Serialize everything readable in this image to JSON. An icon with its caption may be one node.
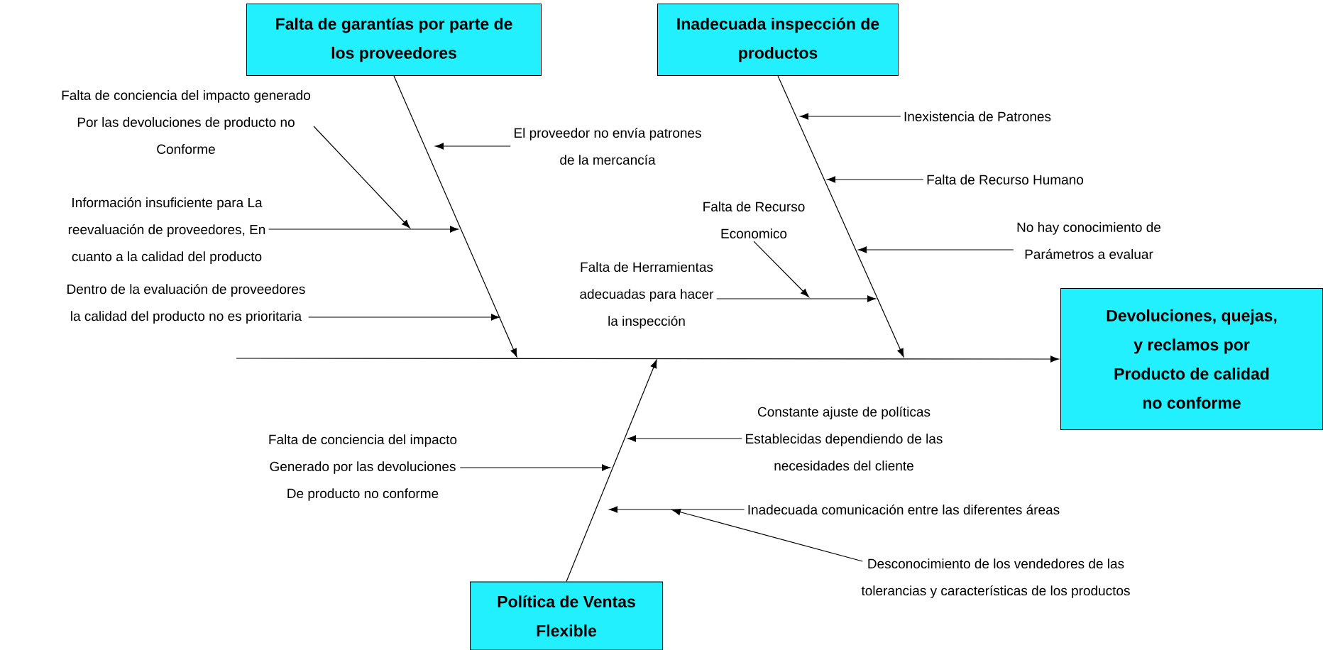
{
  "diagram": {
    "nodes": [
      {
        "text": [
          "Falta de garantías por parte de los proveedores"
        ]
      },
      {
        "text": [
          "Inadecuada inspección de productos"
        ]
      },
      {
        "text": [
          "Falta de conciencia del impacto generado Por las devoluciones de producto no Conforme"
        ]
      },
      {
        "text": [
          "El proveedor no envía patrones de la mercancía"
        ]
      },
      {
        "text": [
          "Inexistencia de Patrones"
        ]
      },
      {
        "text": [
          "Falta de Recurso Humano"
        ]
      },
      {
        "text": [
          "Falta de Recurso Economico"
        ]
      },
      {
        "text": [
          "No hay conocimiento de Parámetros a evaluar"
        ]
      },
      {
        "text": [
          "Información insuficiente para La reevaluación de proveedores, En cuanto a la calidad del producto"
        ]
      },
      {
        "text": [
          "Falta de Herramientas adecuadas para hacer la inspección"
        ]
      },
      {
        "text": [
          "Dentro de la evaluación de proveedores la calidad del producto no es prioritaria"
        ]
      },
      {
        "text": [
          "Devoluciones, quejas, y reclamos por Producto de calidad no conforme"
        ]
      },
      {
        "text": [
          "Constante ajuste de políticas Establecidas dependiendo de las necesidades del cliente"
        ]
      },
      {
        "text": [
          "Falta de conciencia del impacto Generado por las devoluciones De producto no conforme"
        ]
      },
      {
        "text": [
          "Inadecuada comunicación entre las diferentes áreas"
        ]
      },
      {
        "text": [
          "Desconocimiento de los vendedores de las tolerancias y características de los productos"
        ]
      },
      {
        "text": [
          "Política de Ventas Flexible"
        ]
      }
    ],
    "edges": [
      {
        "from": null,
        "to": 11,
        "arrow": "to"
      },
      {
        "from": 0,
        "to": null,
        "arrow": "to"
      },
      {
        "from": 1,
        "to": null,
        "arrow": "to"
      },
      {
        "from": 16,
        "to": null,
        "arrow": "to"
      },
      {
        "from": 2,
        "to": null,
        "arrow": "to"
      },
      {
        "from": 3,
        "to": null,
        "arrow": "to"
      },
      {
        "from": 4,
        "to": null,
        "arrow": "to"
      },
      {
        "from": 5,
        "to": null,
        "arrow": "to"
      },
      {
        "from": 6,
        "to": null,
        "arrow": "to"
      },
      {
        "from": 7,
        "to": null,
        "arrow": "to"
      },
      {
        "from": 8,
        "to": null,
        "arrow": "to"
      },
      {
        "from": 9,
        "to": null,
        "arrow": "to"
      },
      {
        "from": 10,
        "to": null,
        "arrow": "to"
      },
      {
        "from": 12,
        "to": null,
        "arrow": "to"
      },
      {
        "from": 13,
        "to": null,
        "arrow": "to"
      },
      {
        "from": 14,
        "to": null,
        "arrow": "to"
      },
      {
        "from": 15,
        "to": null,
        "arrow": "to"
      }
    ]
  }
}
